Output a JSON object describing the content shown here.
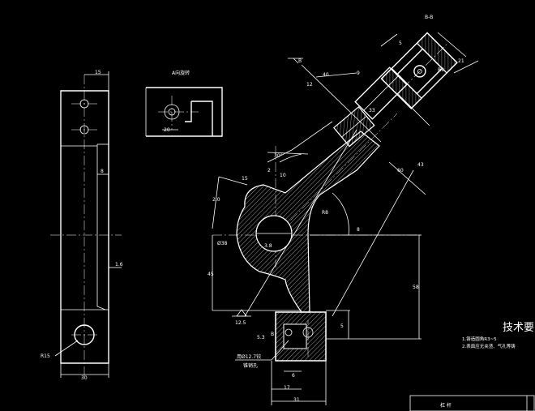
{
  "section_label": "B-B",
  "view_label": "A向旋转",
  "view_letter": "B",
  "dims": {
    "top_width": "15",
    "side_r": "R15",
    "bottom_width": "30",
    "web": "8",
    "side_tol": "1.6",
    "sec_9": "9",
    "sec_40": "40",
    "sec_12": "12",
    "sec_5": "5",
    "sec_21": "21",
    "sec_33": "33",
    "sec_r9": "R9",
    "dim_20": "20",
    "arm_2": "2",
    "arm_10": "10",
    "arm_60": "60",
    "arm_43": "43",
    "arm_8": "8",
    "left_15": "15",
    "left_2_0": "2.0",
    "left_phi": "Ø38",
    "hole": "3.8",
    "angle_30": "30°",
    "angle_r": "R8",
    "h45": "45",
    "h58": "58",
    "h5": "5",
    "b_5_3": "5.3",
    "b_6": "6",
    "b_17": "17",
    "b_31": "31",
    "rough": "12.5",
    "b_mark": "B"
  },
  "notes": {
    "ream": "用Ø12.7铰",
    "pin": "锥销孔",
    "tech_title": "技术要",
    "note_1": "1.铸造圆角R3~5",
    "note_2": "2.表面应无夹渣、气孔等铸"
  },
  "title_block": {
    "part_name": "杠  杆"
  }
}
